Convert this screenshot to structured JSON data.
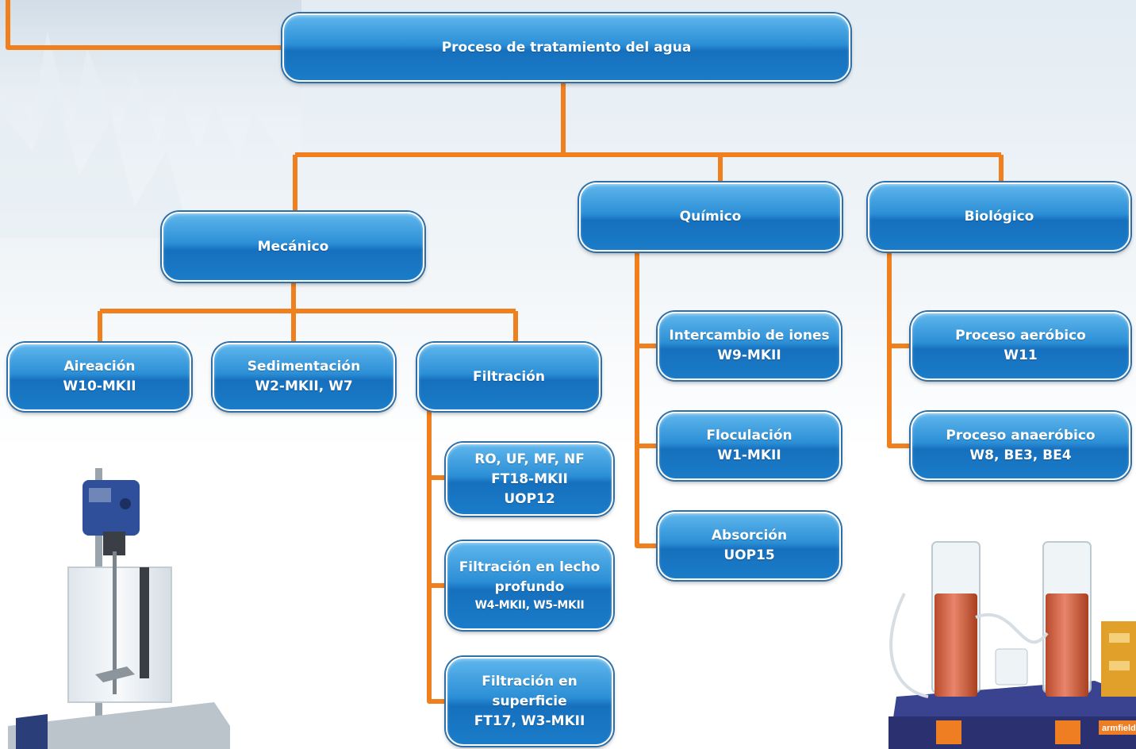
{
  "diagram": {
    "root": {
      "lines": [
        "Proceso de tratamiento del agua"
      ]
    },
    "branches": {
      "mecanico": {
        "lines": [
          "Mecánico"
        ]
      },
      "quimico": {
        "lines": [
          "Químico"
        ]
      },
      "biologico": {
        "lines": [
          "Biológico"
        ]
      }
    },
    "mecanico_children": {
      "aireacion": {
        "lines": [
          "Aireación",
          "W10-MKII"
        ]
      },
      "sedimentacion": {
        "lines": [
          "Sedimentación",
          "W2-MKII, W7"
        ]
      },
      "filtracion": {
        "lines": [
          "Filtración"
        ]
      }
    },
    "filtracion_children": {
      "ro": {
        "lines": [
          "RO, UF, MF, NF",
          "FT18-MKII",
          "UOP12"
        ]
      },
      "lecho": {
        "lines": [
          "Filtración en lecho",
          "profundo",
          "W4-MKII, W5-MKII"
        ]
      },
      "superficie": {
        "lines": [
          "Filtración en",
          "superficie",
          "FT17, W3-MKII"
        ]
      }
    },
    "quimico_children": {
      "intercambio": {
        "lines": [
          "Intercambio de iones",
          "W9-MKII"
        ]
      },
      "floculacion": {
        "lines": [
          "Floculación",
          "W1-MKII"
        ]
      },
      "absorcion": {
        "lines": [
          "Absorción",
          "UOP15"
        ]
      }
    },
    "biologico_children": {
      "aerobico": {
        "lines": [
          "Proceso aeróbico",
          "W11"
        ]
      },
      "anaerobico": {
        "lines": [
          "Proceso anaeróbico",
          "W8, BE3, BE4"
        ]
      }
    }
  },
  "equipment": {
    "brand_label": "armfield"
  },
  "colors": {
    "connector": "#f07f1e",
    "node_top": "#5fb6ec",
    "node_bottom": "#1670be",
    "node_text": "#ffffff"
  }
}
